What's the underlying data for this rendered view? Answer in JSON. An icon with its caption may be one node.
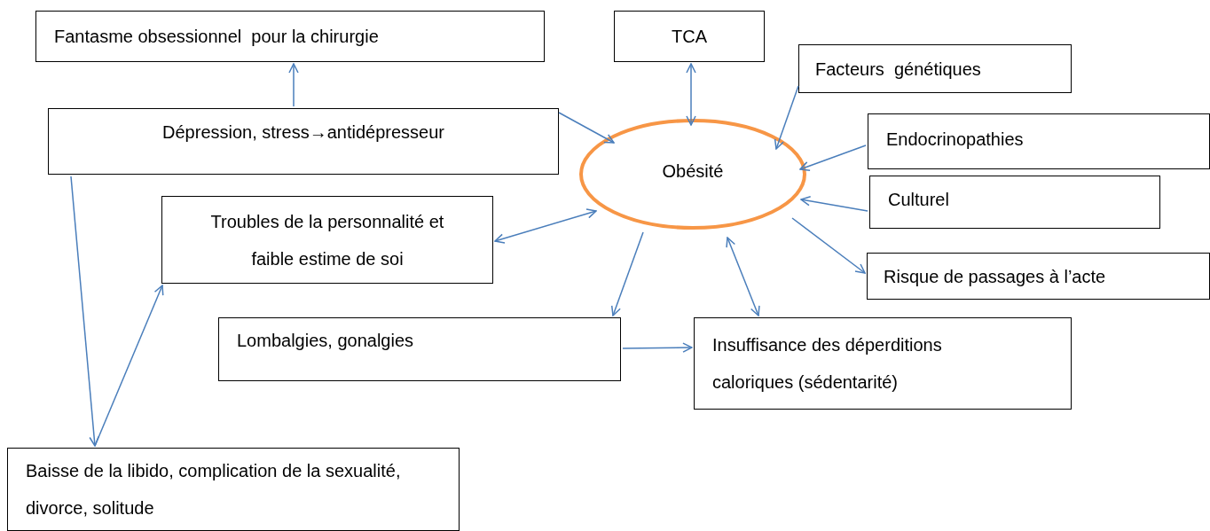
{
  "diagram": {
    "nodes": [
      {
        "text": [
          "Fantasme obsessionnel  pour la chirurgie"
        ]
      },
      {
        "text": [
          "TCA"
        ]
      },
      {
        "text": [
          "Facteurs  génétiques"
        ]
      },
      {
        "text": [
          "Dépression, stress→antidépresseur"
        ]
      },
      {
        "text": [
          "Obésité"
        ]
      },
      {
        "text": [
          "Endocrinopathies"
        ]
      },
      {
        "text": [
          "Culturel"
        ]
      },
      {
        "text": [
          "Troubles de la personnalité et faible estime de soi"
        ]
      },
      {
        "text": [
          "Risque de passages à l’acte"
        ]
      },
      {
        "text": [
          "Lombalgies, gonalgies"
        ]
      },
      {
        "text": [
          "Insuffisance des déperditions caloriques (sédentarité)"
        ]
      },
      {
        "text": [
          "Baisse de la libido, complication de la sexualité, divorce, solitude"
        ]
      }
    ],
    "edges": [
      {
        "from": 3,
        "to": 0,
        "arrow": "to"
      },
      {
        "from": 3,
        "to": 4,
        "arrow": "to"
      },
      {
        "from": 1,
        "to": 4,
        "arrow": "both"
      },
      {
        "from": 2,
        "to": 4,
        "arrow": "to"
      },
      {
        "from": 5,
        "to": 4,
        "arrow": "to"
      },
      {
        "from": 6,
        "to": 4,
        "arrow": "to"
      },
      {
        "from": 7,
        "to": 4,
        "arrow": "both"
      },
      {
        "from": 4,
        "to": 8,
        "arrow": "to"
      },
      {
        "from": 4,
        "to": 9,
        "arrow": "to"
      },
      {
        "from": 4,
        "to": 10,
        "arrow": "both"
      },
      {
        "from": 9,
        "to": 10,
        "arrow": "to"
      },
      {
        "from": 3,
        "to": 11,
        "arrow": "to"
      },
      {
        "from": 11,
        "to": 7,
        "arrow": "to"
      }
    ]
  }
}
